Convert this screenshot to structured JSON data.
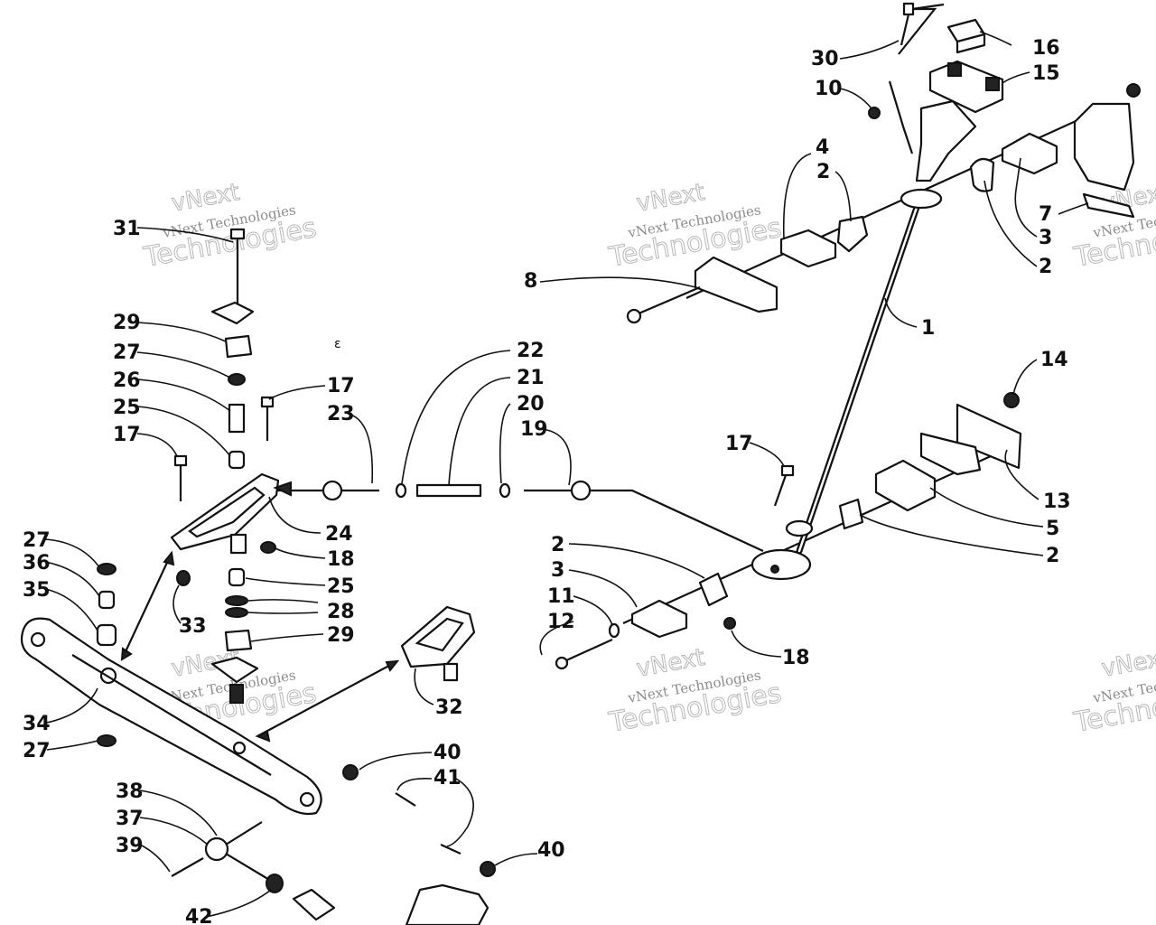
{
  "watermark": {
    "brand_short": "vNext",
    "brand_full": "vNext Technologies",
    "brand_word": "Technologies"
  },
  "callouts": [
    {
      "label": "30"
    },
    {
      "label": "16"
    },
    {
      "label": "15"
    },
    {
      "label": "10"
    },
    {
      "label": "4"
    },
    {
      "label": "2"
    },
    {
      "label": "3"
    },
    {
      "label": "2"
    },
    {
      "label": "7"
    },
    {
      "label": "8"
    },
    {
      "label": "1"
    },
    {
      "label": "14"
    },
    {
      "label": "13"
    },
    {
      "label": "5"
    },
    {
      "label": "2"
    },
    {
      "label": "17"
    },
    {
      "label": "2"
    },
    {
      "label": "3"
    },
    {
      "label": "11"
    },
    {
      "label": "12"
    },
    {
      "label": "18"
    },
    {
      "label": "31"
    },
    {
      "label": "29"
    },
    {
      "label": "27"
    },
    {
      "label": "26"
    },
    {
      "label": "25"
    },
    {
      "label": "17"
    },
    {
      "label": "17"
    },
    {
      "label": "23"
    },
    {
      "label": "22"
    },
    {
      "label": "21"
    },
    {
      "label": "20"
    },
    {
      "label": "19"
    },
    {
      "label": "24"
    },
    {
      "label": "18"
    },
    {
      "label": "25"
    },
    {
      "label": "28"
    },
    {
      "label": "29"
    },
    {
      "label": "33"
    },
    {
      "label": "27"
    },
    {
      "label": "36"
    },
    {
      "label": "35"
    },
    {
      "label": "34"
    },
    {
      "label": "27"
    },
    {
      "label": "32"
    },
    {
      "label": "40"
    },
    {
      "label": "41"
    },
    {
      "label": "40"
    },
    {
      "label": "38"
    },
    {
      "label": "37"
    },
    {
      "label": "39"
    },
    {
      "label": "42"
    }
  ]
}
